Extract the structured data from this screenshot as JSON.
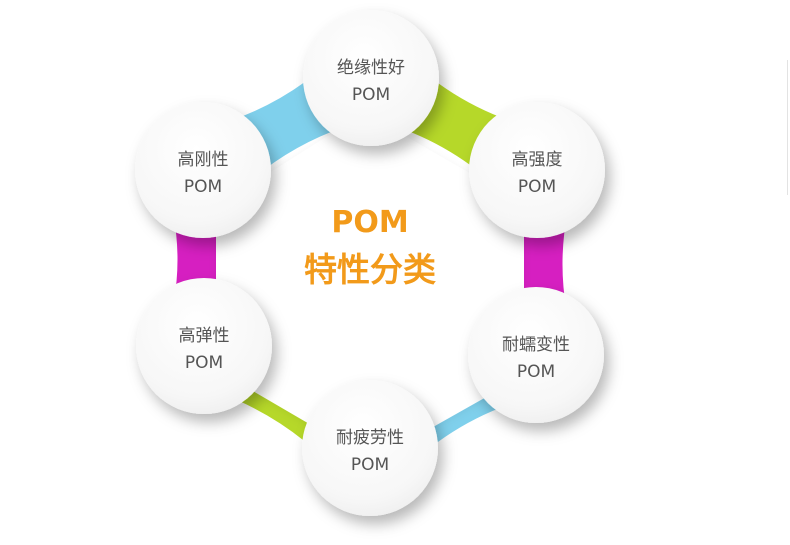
{
  "center": {
    "line1": "POM",
    "line2": "特性分类"
  },
  "nodes": [
    {
      "id": "top",
      "label": "绝缘性好",
      "sub": "POM"
    },
    {
      "id": "upper-right",
      "label": "高强度",
      "sub": "POM"
    },
    {
      "id": "lower-right",
      "label": "耐蠕变性",
      "sub": "POM"
    },
    {
      "id": "bottom",
      "label": "耐疲劳性",
      "sub": "POM"
    },
    {
      "id": "lower-left",
      "label": "高弹性",
      "sub": "POM"
    },
    {
      "id": "upper-left",
      "label": "高刚性",
      "sub": "POM"
    }
  ],
  "colors": {
    "top-right-connector": "#b6d829",
    "right-connector": "#d61fc1",
    "bottom-right-connector": "#7fd0ec",
    "bottom-left-connector": "#b6d829",
    "left-connector": "#d61fc1",
    "top-left-connector": "#7fd0ec",
    "node-text": "#555555",
    "center-text": "#f29a1a"
  }
}
